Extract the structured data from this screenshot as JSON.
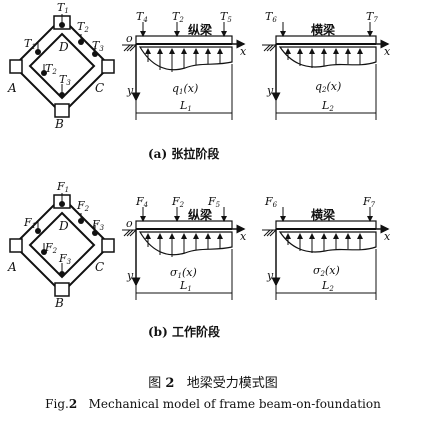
{
  "panel_a": {
    "caption_tag": "(a)",
    "caption_text": "张拉阶段",
    "frame": {
      "top_label": "T",
      "top_sub": "1",
      "left_label": "T",
      "left_sub": "1",
      "upper_inner_label": "T",
      "upper_inner_sub": "2",
      "right_label": "T",
      "right_sub": "3",
      "inner_left_label": "T",
      "inner_left_sub": "2",
      "inner_bottom_label": "T",
      "inner_bottom_sub": "3",
      "A": "A",
      "B": "B",
      "C": "C",
      "D": "D"
    },
    "beam1": {
      "loads": [
        {
          "main": "T",
          "sub": "4"
        },
        {
          "main": "T",
          "sub": "2"
        },
        {
          "main": "T",
          "sub": "5"
        }
      ],
      "name": "纵梁",
      "origin": "o",
      "x_axis": "x",
      "y_axis": "y",
      "dist_main": "q",
      "dist_sub": "1",
      "dist_arg": "(x)",
      "len_main": "L",
      "len_sub": "1"
    },
    "beam2": {
      "loads": [
        {
          "main": "T",
          "sub": "6"
        },
        {
          "main": "T",
          "sub": "7"
        }
      ],
      "name": "横梁",
      "x_axis": "x",
      "y_axis": "y",
      "dist_main": "q",
      "dist_sub": "2",
      "dist_arg": "(x)",
      "len_main": "L",
      "len_sub": "2"
    }
  },
  "panel_b": {
    "caption_tag": "(b)",
    "caption_text": "工作阶段",
    "frame": {
      "top_label": "F",
      "top_sub": "1",
      "left_label": "F",
      "left_sub": "1",
      "upper_inner_label": "F",
      "upper_inner_sub": "2",
      "right_label": "F",
      "right_sub": "3",
      "inner_left_label": "F",
      "inner_left_sub": "2",
      "inner_bottom_label": "F",
      "inner_bottom_sub": "3",
      "A": "A",
      "B": "B",
      "C": "C",
      "D": "D"
    },
    "beam1": {
      "loads": [
        {
          "main": "F",
          "sub": "4"
        },
        {
          "main": "F",
          "sub": "2"
        },
        {
          "main": "F",
          "sub": "5"
        }
      ],
      "name": "纵梁",
      "origin": "o",
      "x_axis": "x",
      "y_axis": "y",
      "dist_main": "σ",
      "dist_sub": "1",
      "dist_arg": "(x)",
      "len_main": "L",
      "len_sub": "1"
    },
    "beam2": {
      "loads": [
        {
          "main": "F",
          "sub": "6"
        },
        {
          "main": "F",
          "sub": "7"
        }
      ],
      "name": "横梁",
      "x_axis": "x",
      "y_axis": "y",
      "dist_main": "σ",
      "dist_sub": "2",
      "dist_arg": "(x)",
      "len_main": "L",
      "len_sub": "2"
    }
  },
  "caption_cn_prefix": "图",
  "caption_cn_num": "2",
  "caption_cn_text": "地梁受力模式图",
  "caption_en_prefix": "Fig.",
  "caption_en_num": "2",
  "caption_en_text": "Mechanical model of frame beam-on-foundation"
}
